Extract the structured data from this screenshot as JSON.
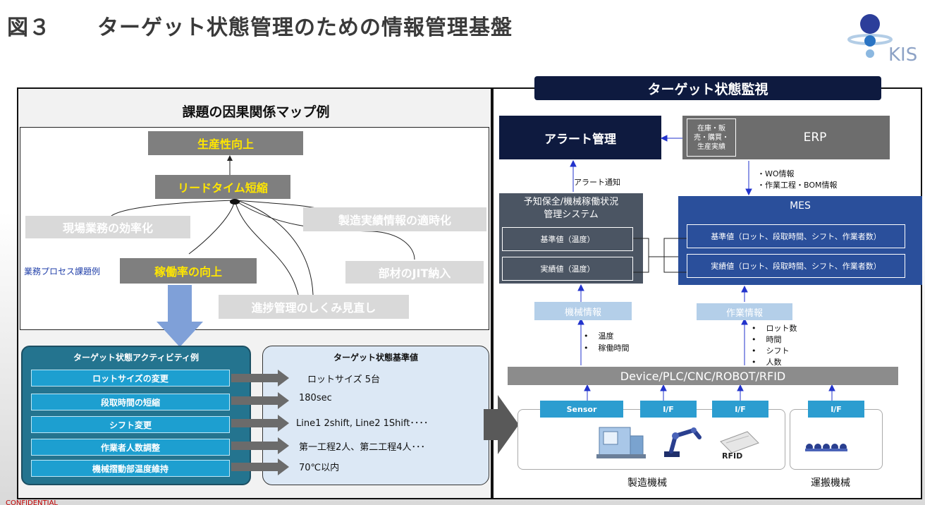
{
  "title": {
    "fig": "図３",
    "main": "ターゲット状態管理のための情報管理基盤"
  },
  "logo": {
    "text": "KIS"
  },
  "left": {
    "map_title": "課題の因果関係マップ例",
    "nodes": {
      "productivity": "生産性向上",
      "leadtime": "リードタイム短縮",
      "field_eff": "現場業務の効率化",
      "mfg_info": "製造実績情報の適時化",
      "utilization": "稼働率の向上",
      "jit": "部材のJIT納入",
      "progress": "進捗管理のしくみ見直し"
    },
    "process_label": "業務プロセス課題例",
    "activities_title": "ターゲット状態アクティビティ例",
    "activities": [
      "ロットサイズの変更",
      "段取時間の短縮",
      "シフト変更",
      "作業者人数調整",
      "機械摺動部温度維持"
    ],
    "values_title": "ターゲット状態基準値",
    "values": [
      "ロットサイズ  5台",
      "180sec",
      "Line1 2shift,  Line2 1Shift････",
      "第一工程2人、第二工程4人･･･",
      "70℃以内"
    ]
  },
  "right": {
    "monitor_title": "ターゲット状態監視",
    "alert": "アラート管理",
    "erp_inner": [
      "在庫・販",
      "売・購買・",
      "生産実績"
    ],
    "erp": "ERP",
    "alert_notice": "アラート通知",
    "wo_info": [
      "・WO情報",
      "・作業工程・BOM情報"
    ],
    "pm_title": [
      "予知保全/機械稼働状況",
      "管理システム"
    ],
    "pm_std": "基準値（温度）",
    "pm_act": "実績値（温度）",
    "mes": "MES",
    "mes_std": "基準値（ロット、段取時間、シフト、作業者数）",
    "mes_act": "実績値（ロット、段取時間、シフト、作業者数）",
    "machine_info": "機械情報",
    "work_info": "作業情報",
    "machine_items": [
      "温度",
      "稼働時間"
    ],
    "work_items": [
      "ロット数",
      "時間",
      "シフト",
      "人数"
    ],
    "device": "Device/PLC/CNC/ROBOT/RFID",
    "sensor": "Sensor",
    "if_label": "I/F",
    "rfid": "RFID",
    "mfg_machine": "製造機械",
    "transport_machine": "運搬機械"
  },
  "confidential": "CONFIDENTIAL",
  "colors": {
    "navy": "#0e1a3f",
    "mes_blue": "#2a4f9b",
    "teal": "#24748f",
    "cyan": "#1d9fd0",
    "yellow": "#ffe600"
  }
}
